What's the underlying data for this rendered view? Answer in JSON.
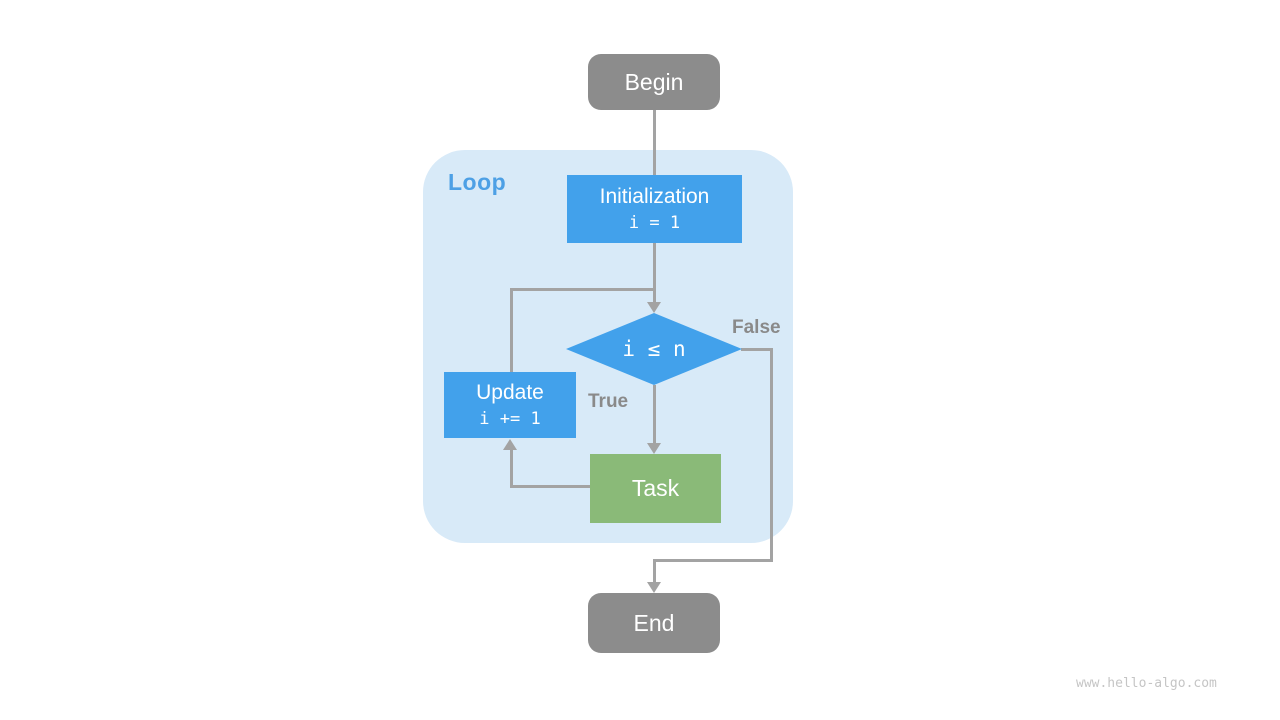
{
  "diagram": {
    "title_hint": "loop flowchart",
    "nodes": {
      "begin": {
        "label": "Begin"
      },
      "loop": {
        "label": "Loop"
      },
      "initialization": {
        "title": "Initialization",
        "code": "i = 1"
      },
      "condition": {
        "code": "i ≤ n"
      },
      "update": {
        "title": "Update",
        "code": "i += 1"
      },
      "task": {
        "label": "Task"
      },
      "end": {
        "label": "End"
      }
    },
    "edge_labels": {
      "true": "True",
      "false": "False"
    },
    "colors": {
      "node_gray": "#8c8c8c",
      "node_blue": "#42a1eb",
      "node_green": "#8aba78",
      "loop_bg": "#d8eaf8",
      "loop_label": "#4da0e5",
      "edge": "#a3a3a3",
      "edge_label": "#8a8a8a",
      "watermark_color": "#c5c5c5"
    },
    "watermark": "www.hello-algo.com"
  }
}
